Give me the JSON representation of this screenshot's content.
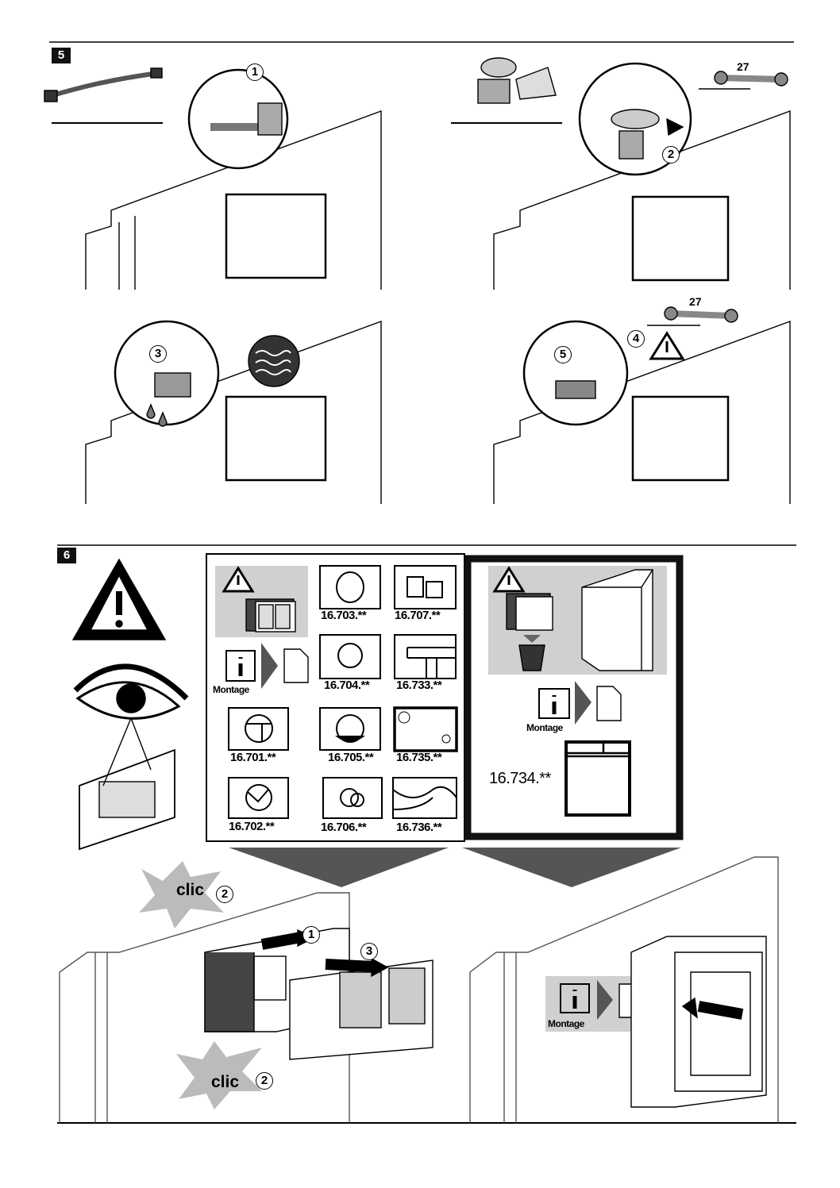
{
  "steps": {
    "step5": "5",
    "step6": "6"
  },
  "step5": {
    "callouts": [
      "1",
      "2",
      "3",
      "4",
      "5"
    ],
    "wrench_size_a": "27",
    "wrench_size_b": "27"
  },
  "step6": {
    "montage_labels": [
      "Montage",
      "Montage",
      "Montage"
    ],
    "plates": [
      {
        "code": "16.703.**"
      },
      {
        "code": "16.707.**"
      },
      {
        "code": "16.704.**"
      },
      {
        "code": "16.733.**"
      },
      {
        "code": "16.701.**"
      },
      {
        "code": "16.705.**"
      },
      {
        "code": "16.735.**"
      },
      {
        "code": "16.702.**"
      },
      {
        "code": "16.706.**"
      },
      {
        "code": "16.736.**"
      }
    ],
    "special_plate": "16.734.**",
    "clic_a": "clic",
    "clic_b": "clic",
    "callouts": [
      "2",
      "1",
      "3",
      "2"
    ]
  },
  "colors": {
    "panel_gray": "#d0d0d0",
    "arrow_gray": "#555555"
  }
}
